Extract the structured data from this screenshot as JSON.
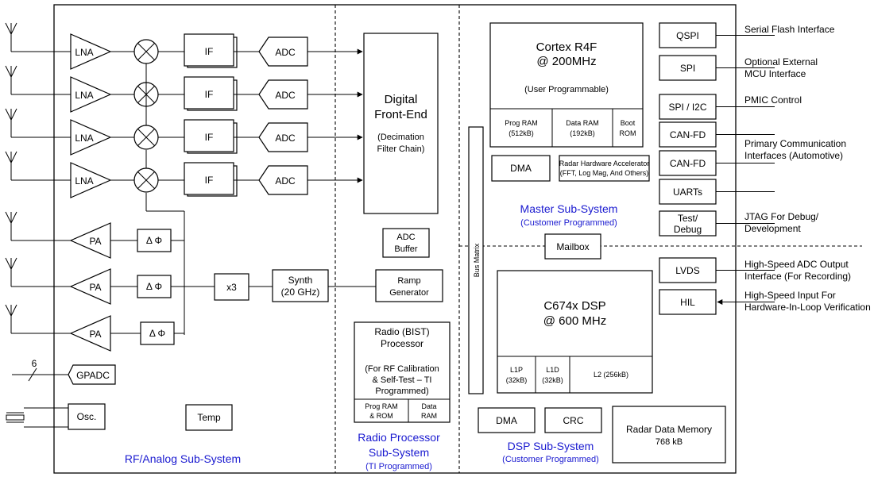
{
  "rf": {
    "lna": "LNA",
    "if": "IF",
    "adc": "ADC",
    "pa": "PA",
    "phase": "Δ Φ",
    "x3": "x3",
    "synth": [
      "Synth",
      "(20 GHz)"
    ],
    "gpadc": "GPADC",
    "gpadc_bus": "6",
    "osc": "Osc.",
    "temp": "Temp",
    "label": "RF/Analog Sub-System"
  },
  "dfe": {
    "title": [
      "Digital",
      "Front-End"
    ],
    "sub": [
      "(Decimation",
      "Filter Chain)"
    ]
  },
  "radio": {
    "adc_buffer": [
      "ADC",
      "Buffer"
    ],
    "ramp": [
      "Ramp",
      "Generator"
    ],
    "bist": [
      "Radio (BIST)",
      "Processor"
    ],
    "bist_sub": [
      "(For RF Calibration",
      "& Self-Test – TI",
      "Programmed)"
    ],
    "prog_ram": [
      "Prog RAM",
      "& ROM"
    ],
    "data_ram": [
      "Data",
      "RAM"
    ],
    "label": [
      "Radio Processor",
      "Sub-System"
    ],
    "label_sub": "(TI Programmed)"
  },
  "master": {
    "cpu": [
      "Cortex R4F",
      "@ 200MHz"
    ],
    "cpu_sub": "(User Programmable)",
    "prog_ram": [
      "Prog RAM",
      "(512kB)"
    ],
    "data_ram": [
      "Data RAM",
      "(192kB)"
    ],
    "boot_rom": [
      "Boot",
      "ROM"
    ],
    "dma": "DMA",
    "hwa": [
      "Radar Hardware Accelerator",
      "(FFT, Log Mag, And Others)"
    ],
    "label": "Master Sub-System",
    "label_sub": "(Customer Programmed)"
  },
  "bus_matrix": "Bus Matrix",
  "mailbox": "Mailbox",
  "dsp": {
    "cpu": [
      "C674x DSP",
      "@ 600 MHz"
    ],
    "l1p": [
      "L1P",
      "(32kB)"
    ],
    "l1d": [
      "L1D",
      "(32kB)"
    ],
    "l2": "L2 (256kB)",
    "dma": "DMA",
    "crc": "CRC",
    "label": "DSP Sub-System",
    "label_sub": "(Customer Programmed)"
  },
  "radar_mem": [
    "Radar Data Memory",
    "768 kB"
  ],
  "interfaces": {
    "qspi": "QSPI",
    "spi": "SPI",
    "spi_i2c": "SPI / I2C",
    "canfd1": "CAN-FD",
    "canfd2": "CAN-FD",
    "uarts": "UARTs",
    "test": [
      "Test/",
      "Debug"
    ],
    "lvds": "LVDS",
    "hil": "HIL"
  },
  "external": {
    "serial_flash": "Serial Flash Interface",
    "ext_mcu": [
      "Optional External",
      "MCU Interface"
    ],
    "pmic": "PMIC Control",
    "primary": [
      "Primary Communication",
      "Interfaces (Automotive)"
    ],
    "jtag": [
      "JTAG For Debug/",
      "Development"
    ],
    "hs_adc": [
      "High-Speed ADC Output",
      "Interface (For Recording)"
    ],
    "hs_input": [
      "High-Speed Input For",
      "Hardware-In-Loop Verification"
    ]
  }
}
